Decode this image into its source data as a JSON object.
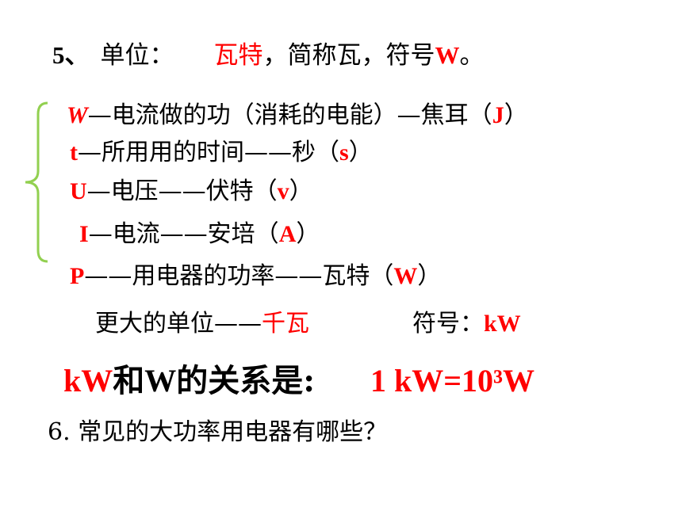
{
  "item5": {
    "number": "5、",
    "label": "单位：",
    "unit_name": "瓦特",
    "after_unit": "，简称瓦，符号",
    "symbol": "W",
    "end": "。"
  },
  "definitions": [
    {
      "symbol": "W",
      "text": "—电流做的功（消耗的电能）—焦耳（",
      "unit": "J",
      "close": "）"
    },
    {
      "symbol": "t",
      "text": "—所用用的时间——秒（",
      "unit": "s",
      "close": "）"
    },
    {
      "symbol": "U",
      "text": "—电压——伏特（",
      "unit": "v",
      "close": "）"
    },
    {
      "symbol": "I",
      "text": "—电流——安培（",
      "unit": "A",
      "close": "）"
    },
    {
      "symbol": "P",
      "text": "——用电器的功率——瓦特（",
      "unit": "W",
      "close": "）"
    }
  ],
  "bigger_unit": {
    "label": "更大的单位——",
    "name": "千瓦",
    "symbol_label": "符号：",
    "symbol": "kW"
  },
  "relation": {
    "lhs_kw": "kW",
    "and": "和",
    "lhs_w": "W",
    "text": "的关系是:",
    "answer": "1 kW=10³W"
  },
  "question6": "6. 常见的大功率用电器有哪些？",
  "colors": {
    "red": "#ff0000",
    "brace": "#92d050"
  }
}
